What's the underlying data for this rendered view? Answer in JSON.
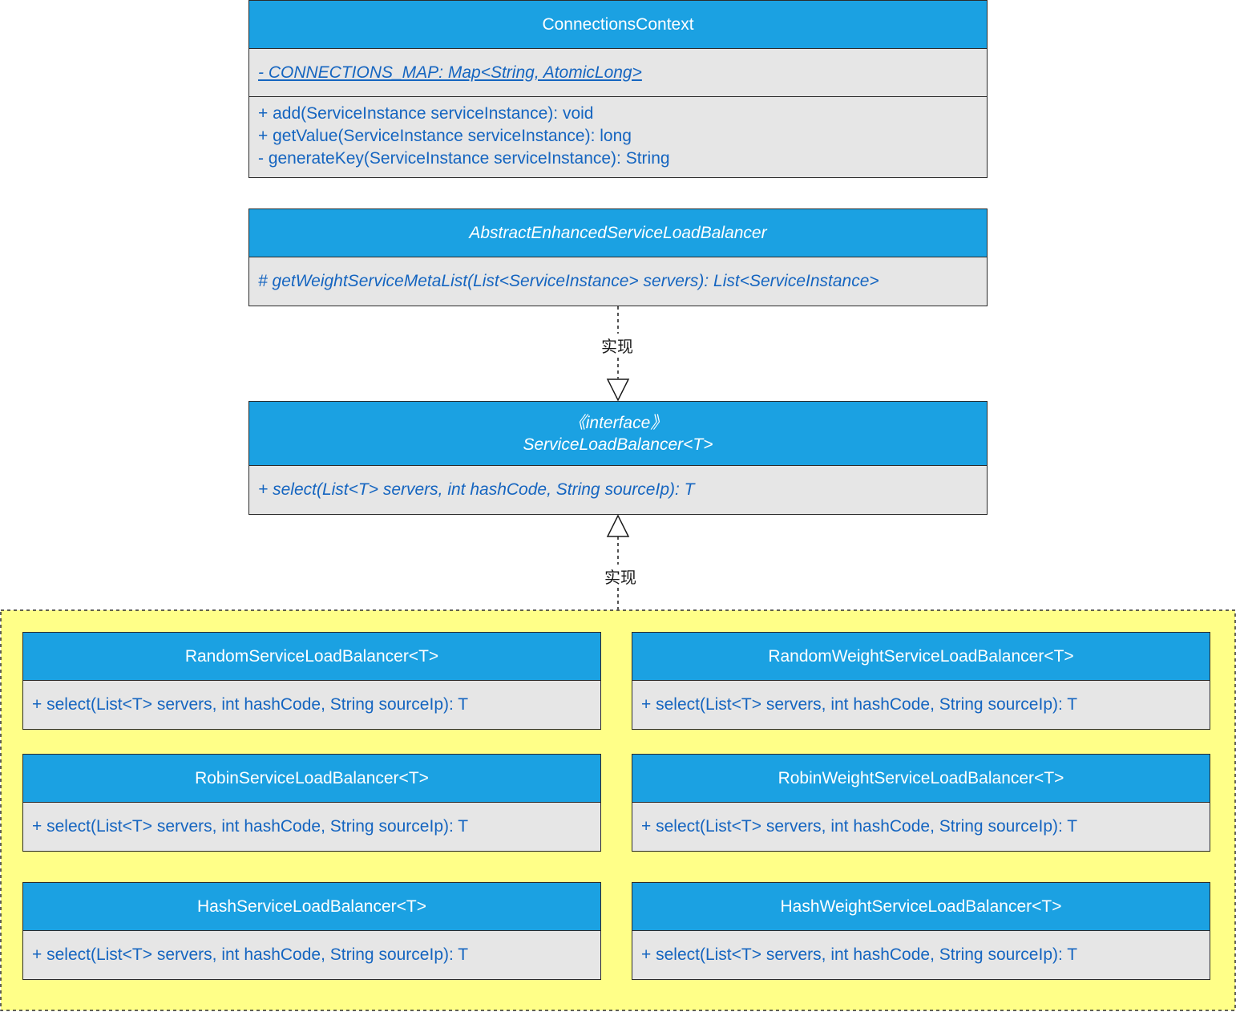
{
  "classes": {
    "connections_context": {
      "name": "ConnectionsContext",
      "attributes": [
        "- CONNECTIONS_MAP: Map<String, AtomicLong>"
      ],
      "methods": [
        "+ add(ServiceInstance serviceInstance): void",
        "+ getValue(ServiceInstance serviceInstance): long",
        "- generateKey(ServiceInstance serviceInstance): String"
      ]
    },
    "abstract_enhanced": {
      "name": "AbstractEnhancedServiceLoadBalancer",
      "methods": [
        "# getWeightServiceMetaList(List<ServiceInstance> servers): List<ServiceInstance>"
      ]
    },
    "service_load_balancer": {
      "stereotype": "《interface》",
      "name": "ServiceLoadBalancer<T>",
      "methods": [
        "+ select(List<T> servers, int hashCode, String sourceIp): T"
      ]
    },
    "random": {
      "name": "RandomServiceLoadBalancer<T>",
      "methods": [
        "+ select(List<T> servers, int hashCode, String sourceIp): T"
      ]
    },
    "random_weight": {
      "name": "RandomWeightServiceLoadBalancer<T>",
      "methods": [
        "+ select(List<T> servers, int hashCode, String sourceIp): T"
      ]
    },
    "robin": {
      "name": "RobinServiceLoadBalancer<T>",
      "methods": [
        "+ select(List<T> servers, int hashCode, String sourceIp): T"
      ]
    },
    "robin_weight": {
      "name": "RobinWeightServiceLoadBalancer<T>",
      "methods": [
        "+ select(List<T> servers, int hashCode, String sourceIp): T"
      ]
    },
    "hash": {
      "name": "HashServiceLoadBalancer<T>",
      "methods": [
        "+ select(List<T> servers, int hashCode, String sourceIp): T"
      ]
    },
    "hash_weight": {
      "name": "HashWeightServiceLoadBalancer<T>",
      "methods": [
        "+ select(List<T> servers, int hashCode, String sourceIp): T"
      ]
    }
  },
  "relations": [
    {
      "from": "AbstractEnhancedServiceLoadBalancer",
      "to": "ServiceLoadBalancer<T>",
      "type": "realization",
      "label": "实现"
    },
    {
      "from": "implementations-group",
      "to": "ServiceLoadBalancer<T>",
      "type": "realization",
      "label": "实现"
    }
  ],
  "colors": {
    "header": "#1ba1e2",
    "body": "#e6e6e6",
    "member_text": "#1565c0",
    "group_fill": "#ffff88",
    "border": "#2b2b2b"
  }
}
